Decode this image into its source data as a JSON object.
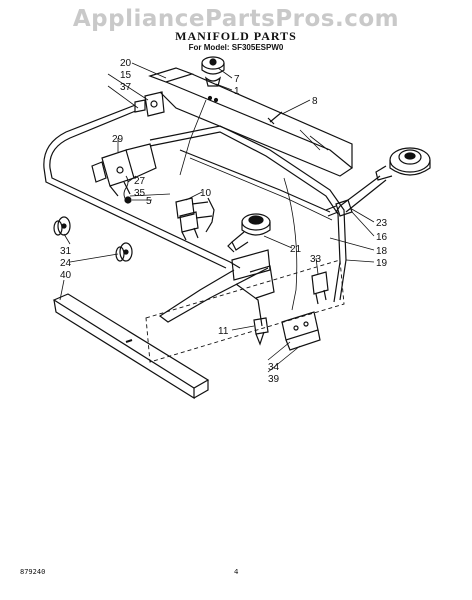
{
  "header": {
    "watermark": "AppliancePartsPros.com",
    "title": "MANIFOLD PARTS",
    "subtitle": "For Model: SF305ESPW0"
  },
  "callouts": [
    "20",
    "15",
    "37",
    "7",
    "1",
    "8",
    "29",
    "27",
    "35",
    "5",
    "10",
    "23",
    "16",
    "18",
    "19",
    "21",
    "33",
    "31",
    "24",
    "40",
    "11",
    "34",
    "39"
  ],
  "footer": {
    "code": "879240",
    "page": "4"
  }
}
